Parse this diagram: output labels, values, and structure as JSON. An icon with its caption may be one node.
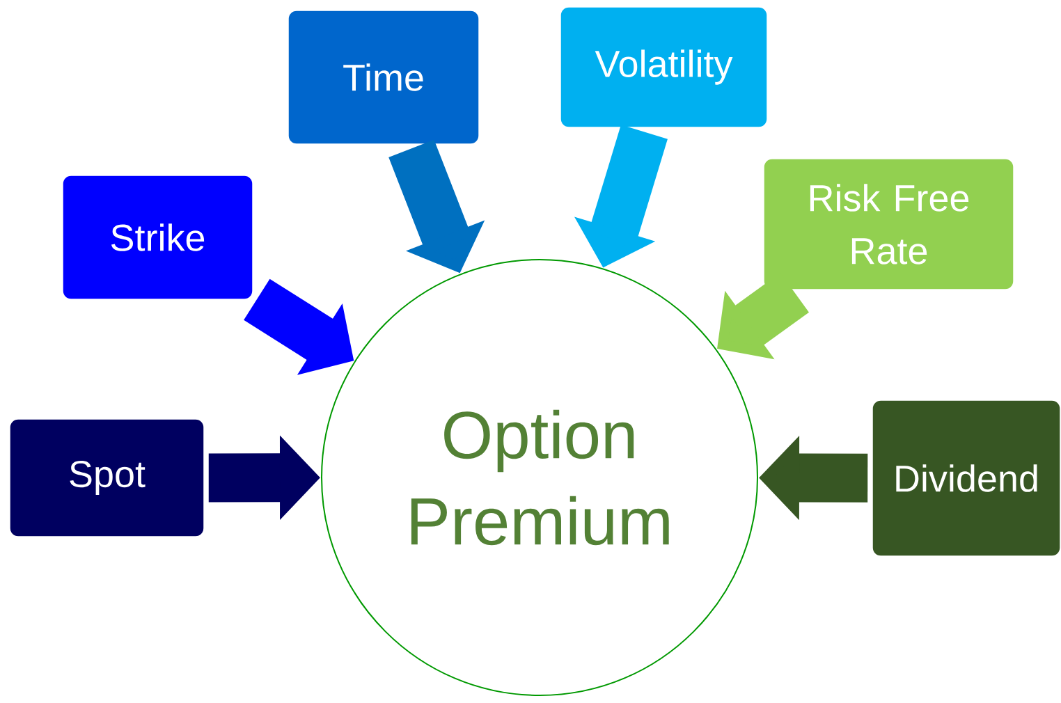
{
  "diagram": {
    "nodes": [
      {
        "text": [
          "Option Premium"
        ]
      },
      {
        "text": [
          "Spot"
        ]
      },
      {
        "text": [
          "Strike"
        ]
      },
      {
        "text": [
          "Time"
        ]
      },
      {
        "text": [
          "Volatility"
        ]
      },
      {
        "text": [
          "Risk Free Rate"
        ]
      },
      {
        "text": [
          "Dividend"
        ]
      }
    ],
    "edges": [
      {
        "from": 1,
        "to": 0,
        "arrow": "to",
        "color": "#000060"
      },
      {
        "from": 2,
        "to": 0,
        "arrow": "to",
        "color": "#0000ff"
      },
      {
        "from": 3,
        "to": 0,
        "arrow": "to",
        "color": "#0070c0"
      },
      {
        "from": 4,
        "to": 0,
        "arrow": "to",
        "color": "#00b0f0"
      },
      {
        "from": 5,
        "to": 0,
        "arrow": "to",
        "color": "#92d050"
      },
      {
        "from": 6,
        "to": 0,
        "arrow": "to",
        "color": "#375623"
      }
    ]
  }
}
